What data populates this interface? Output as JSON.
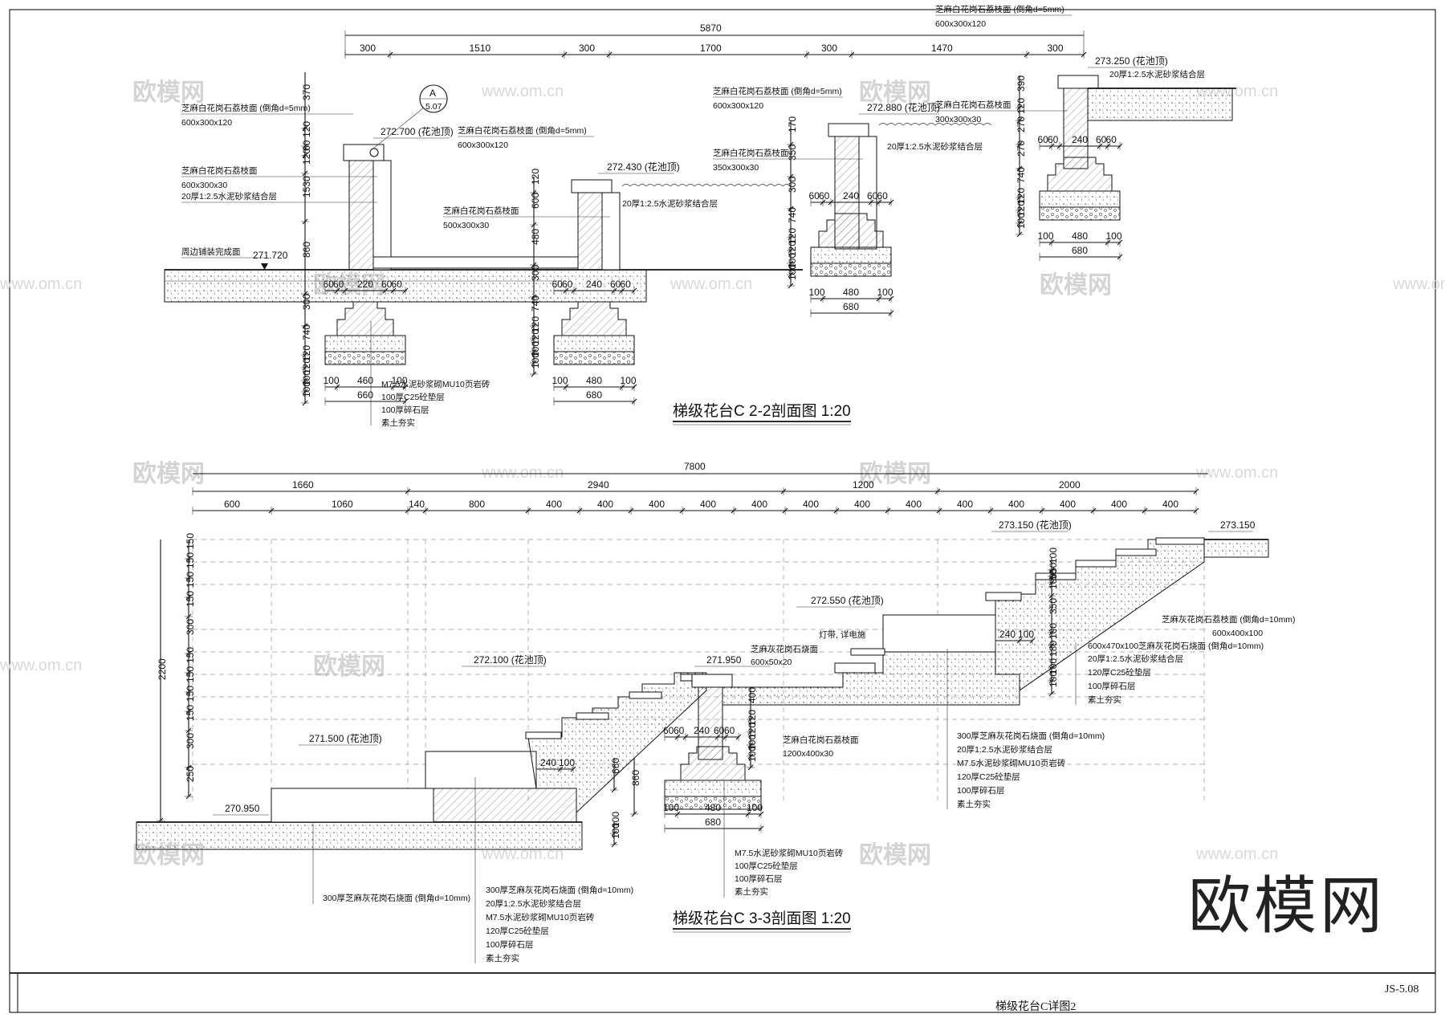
{
  "sheet": {
    "drawing_title": "梯级花台C详图2",
    "drawing_no": "JS-5.08",
    "watermark_big": "欧模网",
    "watermark_small": "欧模网",
    "watermark_url": "www.om.cn"
  },
  "section_22": {
    "title": "梯级花台C  2-2剖面图 1:20",
    "top_dims": {
      "total": "5870",
      "segments": [
        "300",
        "1510",
        "300",
        "1700",
        "300",
        "1470",
        "300"
      ]
    },
    "callout": {
      "letter": "A",
      "sheet": "5.07"
    },
    "elevations": [
      "272.700 (花池顶)",
      "272.430 (花池顶)",
      "272.880 (花池顶)",
      "273.250 (花池顶)",
      "271.720"
    ],
    "labels": {
      "cap_1": "芝麻白花岗石荔枝面 (倒角d=5mm)",
      "cap_1_size": "600x300x120",
      "face_1": "芝麻白花岗石荔枝面",
      "face_1_size": "600x300x30",
      "mortar": "20厚1:2.5水泥砂浆结合层",
      "ground": "周边铺装完成面",
      "cap_2": "芝麻白花岗石荔枝面 (倒角d=5mm)",
      "cap_2_size": "600x300x120",
      "face_2": "芝麻白花岗石荔枝面",
      "face_2_size": "500x300x30",
      "cap_3": "芝麻白花岗石荔枝面 (倒角d=5mm)",
      "cap_3_size": "600x300x120",
      "face_3": "芝麻白花岗石荔枝面",
      "face_3_size": "350x300x30",
      "cap_4": "芝麻白花岗石荔枝面 (倒角d=5mm)",
      "cap_4_size": "600x300x120",
      "face_4": "芝麻白花岗石荔枝面",
      "face_4_size": "300x300x30"
    },
    "vertical_dims_left": [
      "370",
      "120",
      "60",
      "120",
      "1530",
      "860",
      "300",
      "740",
      "120",
      "120",
      "100",
      "100"
    ],
    "vertical_dims_mid": [
      "120",
      "600",
      "480",
      "300",
      "740",
      "120",
      "120",
      "100",
      "100"
    ],
    "vertical_dims_mid2": [
      "170",
      "350",
      "300",
      "740",
      "120",
      "120",
      "100",
      "100"
    ],
    "vertical_dims_right": [
      "390",
      "120",
      "270",
      "270",
      "740",
      "120",
      "120",
      "100"
    ],
    "footing_1": {
      "top": [
        "60",
        "60",
        "220",
        "60",
        "60"
      ],
      "bottom": [
        "100",
        "460",
        "100"
      ],
      "total": "660"
    },
    "footing_2": {
      "top": [
        "60",
        "60",
        "240",
        "60",
        "60"
      ],
      "bottom": [
        "100",
        "480",
        "100"
      ],
      "total": "680"
    },
    "footing_3": {
      "top": [
        "60",
        "60",
        "240",
        "60",
        "60"
      ],
      "bottom": [
        "100",
        "480",
        "100"
      ],
      "total": "680"
    },
    "footing_4": {
      "top": [
        "60",
        "60",
        "240",
        "60",
        "60"
      ],
      "bottom": [
        "100",
        "480",
        "100"
      ],
      "total": "680"
    },
    "base_notes": [
      "M7.5水泥砂浆砌MU10页岩砖",
      "100厚C25砼垫层",
      "100厚碎石层",
      "素土夯实"
    ]
  },
  "section_33": {
    "title": "梯级花台C  3-3剖面图 1:20",
    "top_dims": {
      "total": "7800",
      "groups": [
        "1660",
        "2940",
        "1200",
        "2000"
      ],
      "segments": [
        "600",
        "1060",
        "140",
        "800",
        "400",
        "400",
        "400",
        "400",
        "400",
        "400",
        "400",
        "400",
        "400",
        "400",
        "400",
        "400",
        "400"
      ]
    },
    "elevations": [
      "273.150 (花池顶)",
      "273.150",
      "272.550 (花池顶)",
      "272.100 (花池顶)",
      "271.950",
      "271.500 (花池顶)",
      "270.950"
    ],
    "left_dims": {
      "total": "2200",
      "segments": [
        "150",
        "150",
        "150",
        "150",
        "300",
        "150",
        "150",
        "150",
        "150",
        "300",
        "250"
      ]
    },
    "labels": {
      "upper_cap": "芝麻灰花岗石荔枝面 (倒角d=10mm)",
      "upper_cap_size": "600x400x100",
      "tread": "600x470x100芝麻灰花岗石烧面 (倒角d=10mm)",
      "lamp": "灯带, 详电施",
      "step_face": "芝麻灰花岗石烧面",
      "step_face_size": "600x50x20",
      "wall_face": "芝麻白花岗石荔枝面",
      "wall_face_size": "1200x400x30",
      "pave_left": "300厚芝麻灰花岗石烧面 (倒角d=10mm)"
    },
    "right_stack": [
      "20厚1:2.5水泥砂浆结合层",
      "120厚C25砼垫层",
      "100厚碎石层",
      "素土夯实"
    ],
    "right_dims": [
      "100",
      "50",
      "50",
      "100",
      "350",
      "100",
      "180",
      "100",
      "100"
    ],
    "step_dims": [
      "240",
      "100",
      "240",
      "100"
    ],
    "mid_stack": [
      "300厚芝麻灰花岗石烧面 (倒角d=10mm)",
      "20厚1:2.5水泥砂浆结合层",
      "M7.5水泥砂浆砌MU10页岩砖",
      "120厚C25砼垫层",
      "100厚碎石层",
      "素土夯实"
    ],
    "left_stack": [
      "300厚芝麻灰花岗石烧面 (倒角d=10mm)",
      "20厚1:2.5水泥砂浆结合层",
      "M7.5水泥砂浆砌MU10页岩砖",
      "120厚C25砼垫层",
      "100厚碎石层",
      "素土夯实"
    ],
    "footing": {
      "top": [
        "60",
        "60",
        "240",
        "60",
        "60"
      ],
      "bottom": [
        "100",
        "480",
        "100"
      ],
      "total": "680"
    },
    "footing_dims": [
      "400",
      "120",
      "120",
      "100",
      "100"
    ],
    "left_heights": [
      "660",
      "860",
      "100",
      "100"
    ],
    "footing_notes": [
      "M7.5水泥砂浆砌MU10页岩砖",
      "100厚C25砼垫层",
      "100厚碎石层",
      "素土夯实"
    ]
  }
}
